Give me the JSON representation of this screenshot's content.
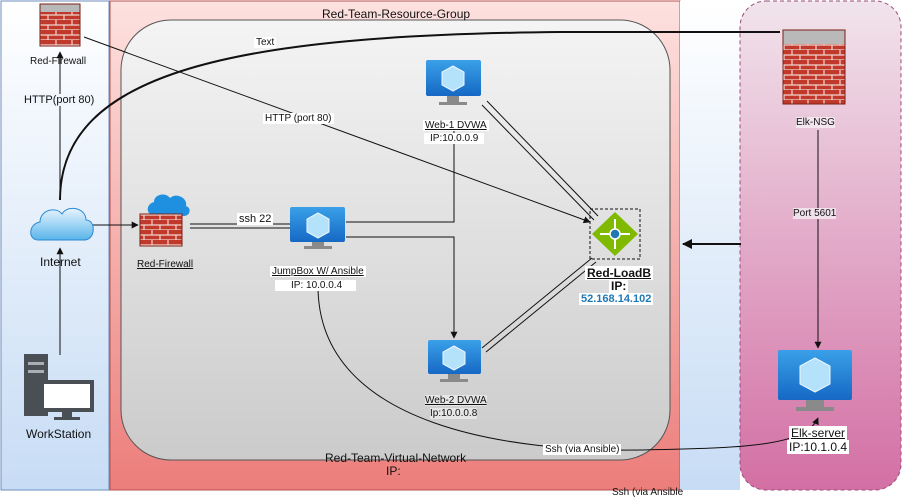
{
  "resource_group": {
    "title": "Red-Team-Resource-Group"
  },
  "vnet": {
    "title": "Red-Team-Virtual-Network",
    "ip_label": "IP:"
  },
  "nodes": {
    "red_firewall_top": {
      "label": "Red-Firewall"
    },
    "internet": {
      "label": "Internet"
    },
    "workstation": {
      "label": "WorkStation"
    },
    "red_firewall": {
      "label": "Red-Firewall"
    },
    "jumpbox": {
      "label": "JumpBox W/ Ansible",
      "ip": "IP: 10.0.0.4"
    },
    "web1": {
      "label": "Web-1 DVWA",
      "ip": "IP:10.0.0.9"
    },
    "web2": {
      "label": "Web-2 DVWA",
      "ip": "Ip:10.0.0.8"
    },
    "loadbalancer": {
      "label": "Red-LoadB",
      "ip_label": "IP:",
      "ip": "52.168.14.102"
    },
    "elk_nsg": {
      "label": "Elk-NSG"
    },
    "elk_server": {
      "label": "Elk-server",
      "ip": "IP:10.1.0.4"
    }
  },
  "edges": {
    "http_port80_up": "HTTP(port 80)",
    "text": "Text",
    "http_port80_diag": "HTTP (port 80)",
    "ssh22": "ssh 22",
    "port5601": "Port 5601",
    "ssh_ansible": "Ssh (via Ansible)",
    "ssh_ansible_bottom": "Ssh (via Ansible"
  },
  "colors": {
    "left_panel": "#dae8fc",
    "right_panel": "#e6d0de",
    "right_panel_dark": "#cd6aa0",
    "resource_group_border": "#b85450",
    "resource_group_fill": "#f8cecc",
    "vnet_fill": "#e0e0e0",
    "azure_blue": "#1e9be0",
    "firewall_red": "#c0392b",
    "lb_green": "#7fba00",
    "ip_blue": "#1f78b4"
  }
}
